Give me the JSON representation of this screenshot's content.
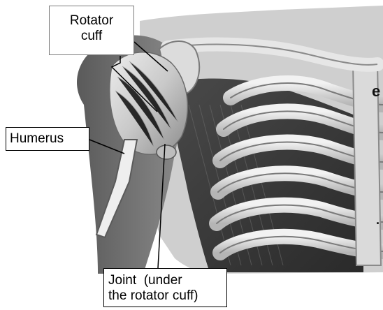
{
  "labels": {
    "rotator_cuff": [
      "Rotator",
      "cuff"
    ],
    "humerus": "Humerus",
    "joint": [
      "Joint  (under",
      "the rotator cuff)"
    ]
  },
  "edge_fragments": {
    "e": "e",
    "dot": "."
  },
  "colors": {
    "background": "#ffffff",
    "arm_skin": "#6e6e6e",
    "bone_light": "#e4e4e4",
    "muscle_mid": "#9a9a9a",
    "shadow": "#3a3a3a",
    "label_border": "#000000",
    "callout_line": "#000000"
  }
}
